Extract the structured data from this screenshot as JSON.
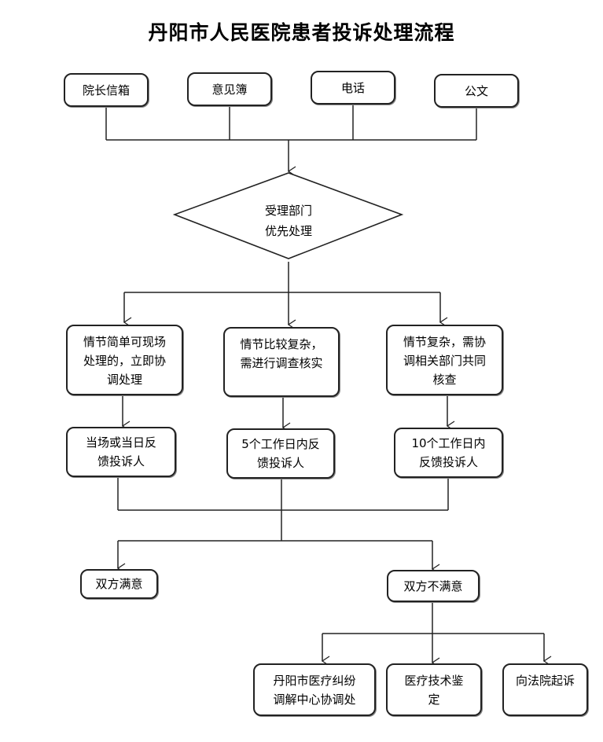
{
  "title": "丹阳市人民医院患者投诉处理流程",
  "sources": [
    {
      "label": "院长信箱"
    },
    {
      "label": "意见簿"
    },
    {
      "label": "电话"
    },
    {
      "label": "公文"
    }
  ],
  "decision": {
    "lines": [
      "受理部门",
      "优先处理"
    ]
  },
  "cases": [
    {
      "lines": [
        "情节简单可现场",
        "处理的，立即协",
        "调处理"
      ]
    },
    {
      "lines": [
        "情节比较复杂，",
        "需进行调查核实"
      ]
    },
    {
      "lines": [
        "情节复杂，需协",
        "调相关部门共同",
        "核查"
      ]
    }
  ],
  "feedback": [
    {
      "lines": [
        "当场或当日反",
        "馈投诉人"
      ]
    },
    {
      "lines": [
        "5个工作日内反",
        "馈投诉人"
      ]
    },
    {
      "lines": [
        "10个工作日内",
        "反馈投诉人"
      ]
    }
  ],
  "outcomes": [
    {
      "label": "双方满意"
    },
    {
      "label": "双方不满意"
    }
  ],
  "escalations": [
    {
      "lines": [
        "丹阳市医疗纠纷",
        "调解中心协调处"
      ]
    },
    {
      "lines": [
        "医疗技术鉴",
        "定"
      ]
    },
    {
      "lines": [
        "向法院起诉"
      ]
    }
  ]
}
